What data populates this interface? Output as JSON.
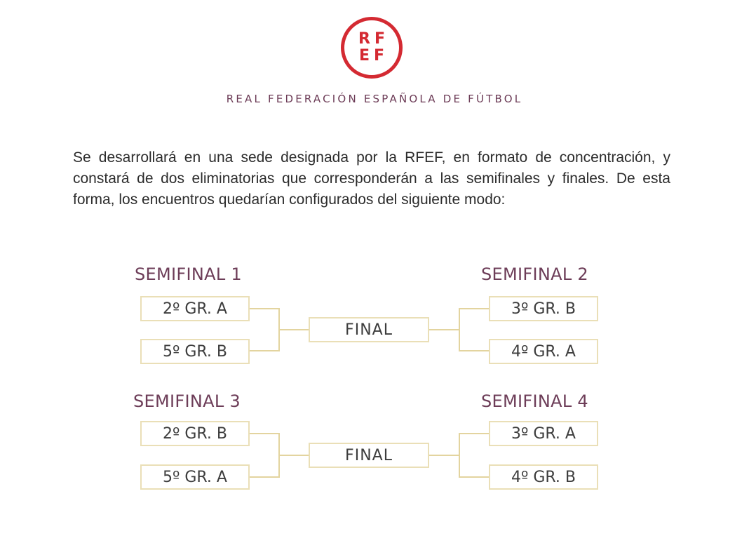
{
  "header": {
    "logo_line1": "RF",
    "logo_line2": "EF",
    "org_name": "REAL FEDERACIÓN ESPAÑOLA DE FÚTBOL"
  },
  "intro": "Se desarrollará en una sede designada por la RFEF, en formato de concentración, y constará de dos eliminatorias que corresponderán a las semifinales y finales. De esta forma, los encuentros quedarían configurados del siguiente modo:",
  "brackets": [
    {
      "semi_left": {
        "title": "SEMIFINAL 1",
        "team1": "2º GR. A",
        "team2": "5º GR. B"
      },
      "final_label": "FINAL",
      "semi_right": {
        "title": "SEMIFINAL 2",
        "team1": "3º GR. B",
        "team2": "4º GR. A"
      }
    },
    {
      "semi_left": {
        "title": "SEMIFINAL 3",
        "team1": "2º GR. B",
        "team2": "5º GR. A"
      },
      "final_label": "FINAL",
      "semi_right": {
        "title": "SEMIFINAL 4",
        "team1": "3º GR. A",
        "team2": "4º GR. B"
      }
    }
  ],
  "colors": {
    "logo_red": "#d42a32",
    "title_purple": "#6d3d58",
    "box_border_gold": "#eadfb7",
    "connector_gold": "#e3d49f"
  }
}
